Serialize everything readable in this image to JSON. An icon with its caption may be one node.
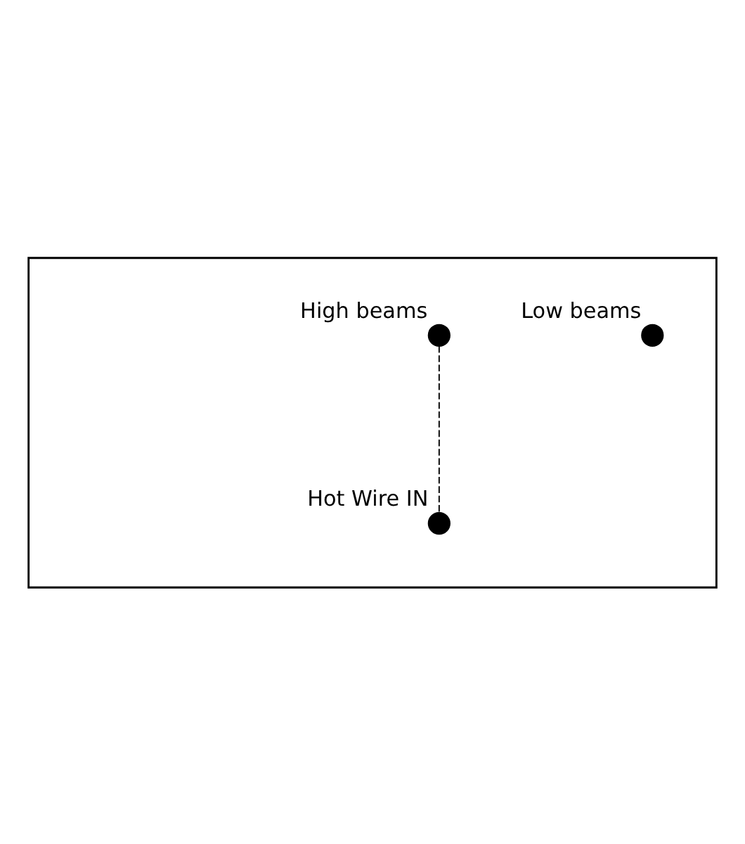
{
  "diagram": {
    "nodes": [
      {
        "text": [],
        "shape": "box"
      },
      {
        "text": [
          "High beams"
        ],
        "in": 0
      },
      {
        "text": [
          "Low beams"
        ],
        "in": 0
      },
      {
        "text": [
          "Hot Wire IN"
        ],
        "in": 0
      }
    ],
    "edges": [
      {
        "from": 1,
        "to": 3,
        "arrow": "none",
        "style": "dashed"
      }
    ]
  }
}
